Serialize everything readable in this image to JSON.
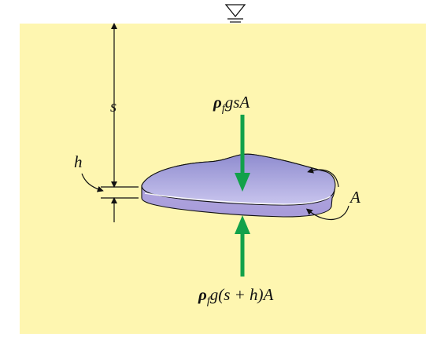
{
  "colors": {
    "fluid_background": "#FEF6B0",
    "plate_top": "#A9A7DC",
    "plate_side": "#BDB3E6",
    "force_arrow": "#12A14A",
    "line": "#111111"
  },
  "labels": {
    "depth": "s",
    "thickness": "h",
    "area": "A",
    "top_force_rho": "ρ",
    "top_force_sub": "f",
    "top_force_rest": "gsA",
    "bottom_force_rho": "ρ",
    "bottom_force_sub": "f",
    "bottom_force_rest": "g(s + h)A"
  },
  "icons": {
    "free_surface": "free-surface-triangle-icon"
  }
}
